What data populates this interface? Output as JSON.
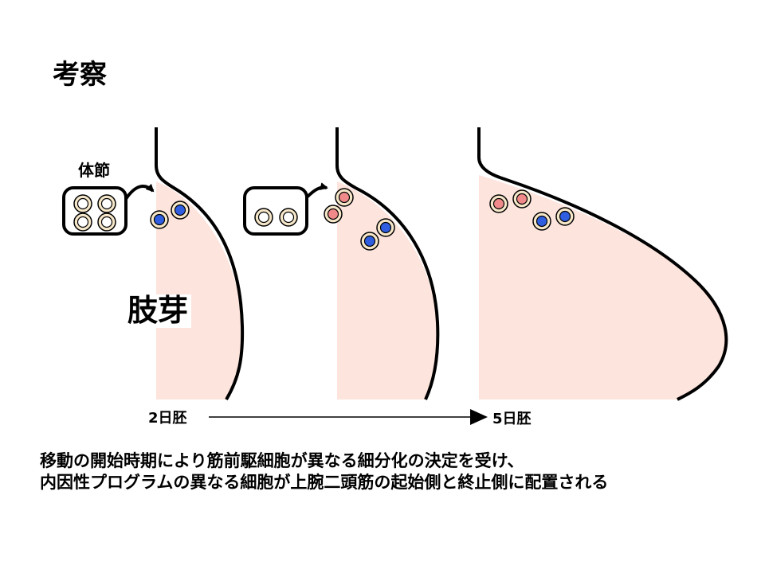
{
  "title": "考察",
  "labels": {
    "somite": "体節",
    "limb_bud": "肢芽",
    "stage_start": "2日胚",
    "stage_end": "5日胚"
  },
  "caption": {
    "line1": "移動の開始時期により筋前駆細胞が異なる細分化の決定を受け、",
    "line2": "内因性プログラムの異なる細胞が上腕二頭筋の起始側と終止側に配置される"
  },
  "colors": {
    "limb_fill": "#fde4dd",
    "blue_cell": "#2f5fe0",
    "red_cell": "#f08a8a",
    "cell_halo": "#f6e7c9",
    "outline": "#000000"
  }
}
